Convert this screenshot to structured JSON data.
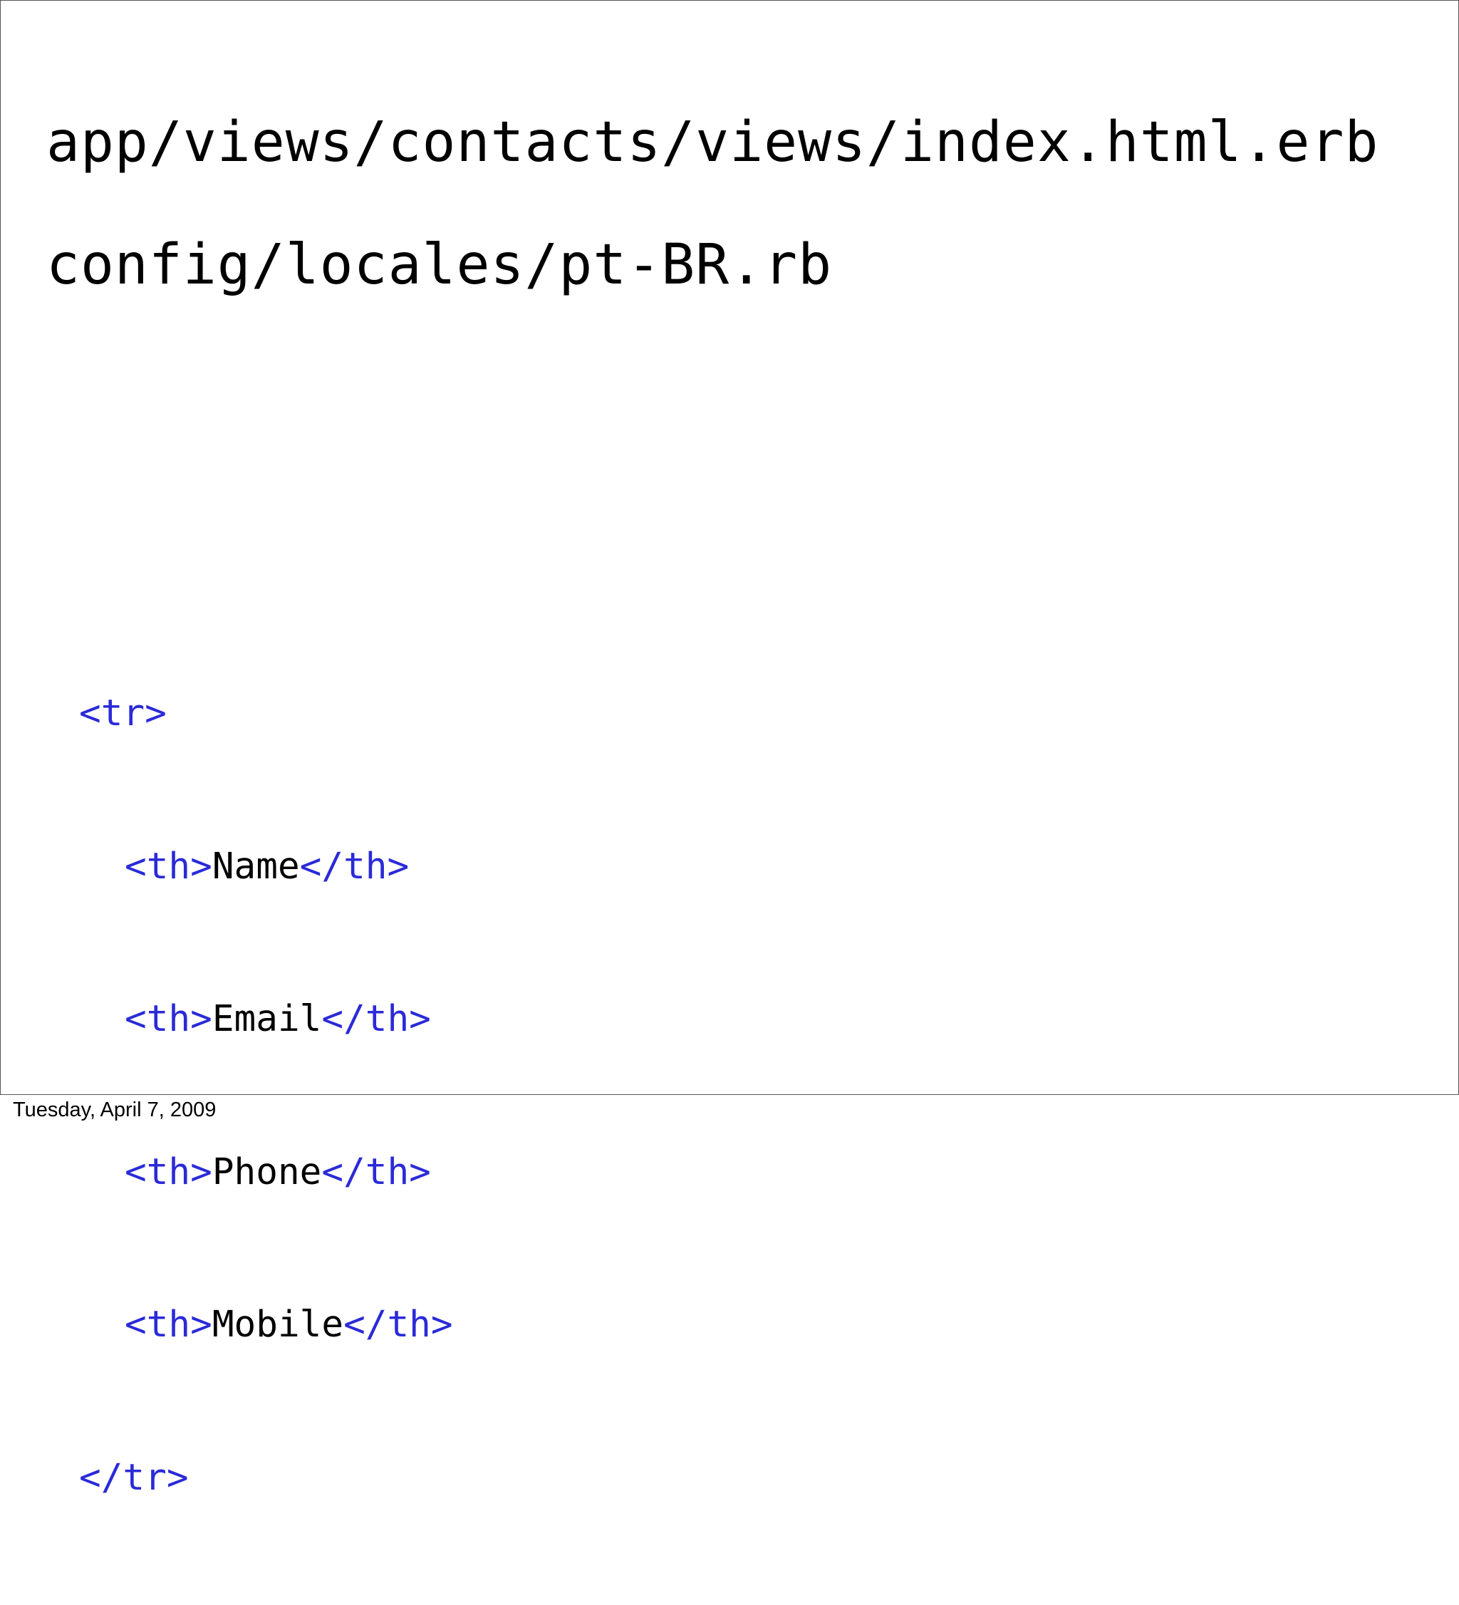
{
  "slide": {
    "paths": [
      "app/views/contacts/views/index.html.erb",
      "config/locales/pt-BR.rb"
    ],
    "code": {
      "open_row": "<tr>",
      "close_row": "</tr>",
      "cells": [
        {
          "open": "<th>",
          "text": "Name",
          "close": "</th>"
        },
        {
          "open": "<th>",
          "text": "Email",
          "close": "</th>"
        },
        {
          "open": "<th>",
          "text": "Phone",
          "close": "</th>"
        },
        {
          "open": "<th>",
          "text": "Mobile",
          "close": "</th>"
        }
      ]
    },
    "colors": {
      "tag": "#2a2ad8",
      "text": "#000000",
      "border": "#555555"
    }
  },
  "footer": {
    "date": "Tuesday, April 7, 2009"
  }
}
